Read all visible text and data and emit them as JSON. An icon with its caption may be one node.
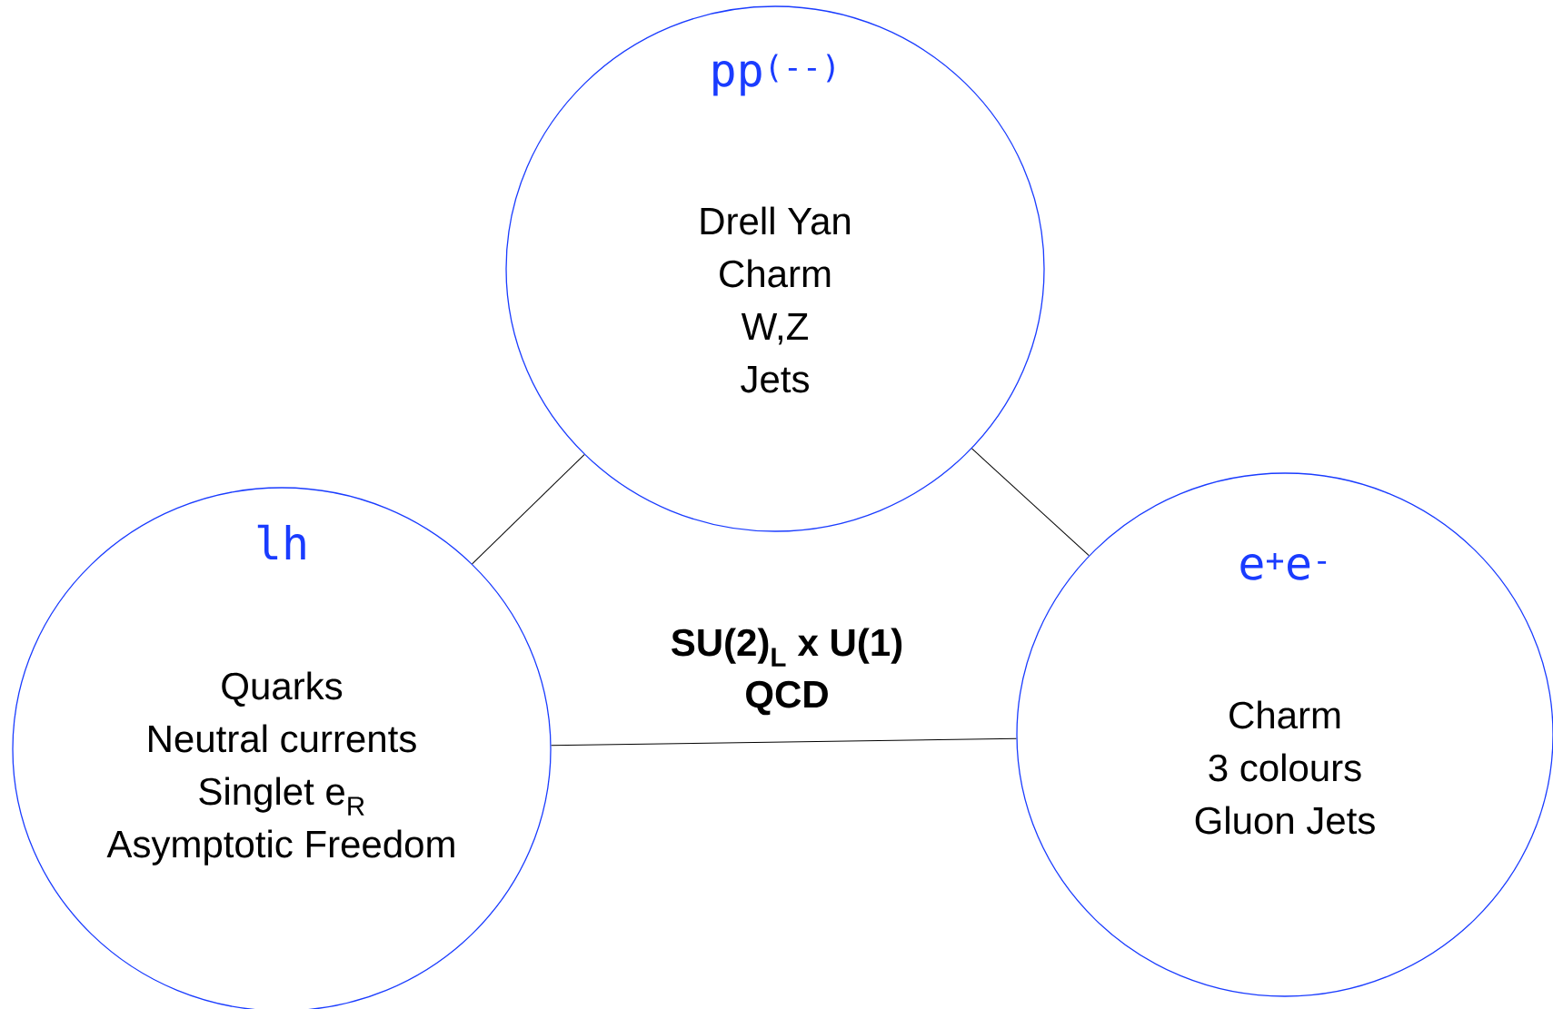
{
  "diagram": {
    "nodes": [
      {
        "text": [
          "pp$^{(--)}$",
          "Drell Yan",
          "Charm",
          "W,Z",
          "Jets"
        ]
      },
      {
        "text": [
          "lh",
          "Quarks",
          "Neutral currents",
          "Singlet e$_{R}$",
          "Asymptotic Freedom"
        ]
      },
      {
        "text": [
          "e$^{+}$e$^{-}$",
          "Charm",
          "3 colours",
          "Gluon Jets"
        ]
      }
    ],
    "edges": [
      {
        "from": 1,
        "to": 0,
        "arrow": "none"
      },
      {
        "from": 0,
        "to": 2,
        "arrow": "none"
      },
      {
        "from": 1,
        "to": 2,
        "arrow": "none"
      }
    ],
    "labels": [
      "SU(2)$_{L}$ x U(1)",
      "QCD"
    ]
  }
}
